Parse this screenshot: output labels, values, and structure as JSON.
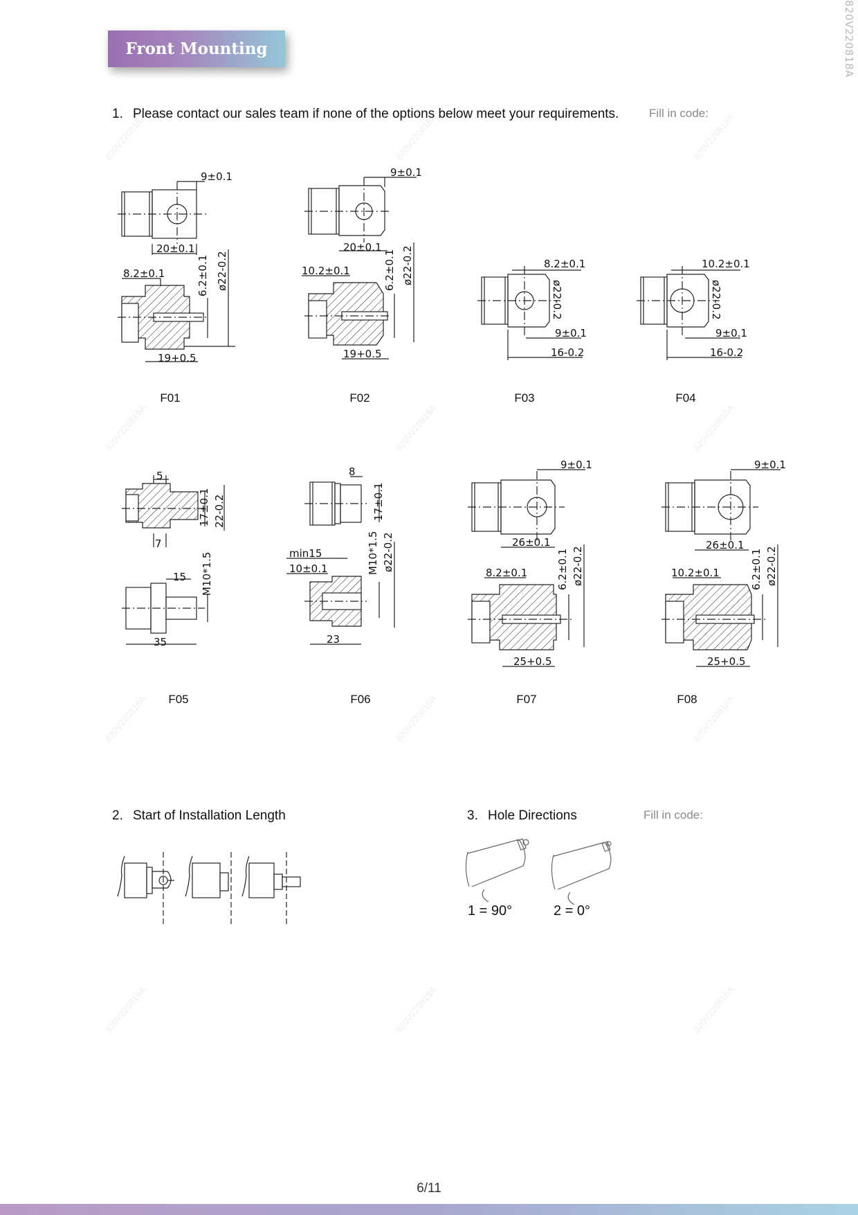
{
  "banner": {
    "title": "Front Mounting End"
  },
  "doc_code": "820V220818A",
  "section1": {
    "number": "1.",
    "text": "Please contact our sales team if none of the options below meet your requirements.",
    "fill_label": "Fill in code:",
    "options": [
      "F01",
      "F02",
      "F03",
      "F04",
      "F05",
      "F06",
      "F07",
      "F08"
    ]
  },
  "dims": {
    "f01": {
      "a": "9±0.1",
      "b": "20±0.1",
      "c": "8.2±0.1",
      "d": "6.2±0.1",
      "e": "ø22-0.2",
      "f": "19+0.5"
    },
    "f02": {
      "a": "9±0.1",
      "b": "20±0.1",
      "c": "10.2±0.1",
      "d": "6.2±0.1",
      "e": "ø22-0.2",
      "f": "19+0.5"
    },
    "f03": {
      "a": "8.2±0.1",
      "b": "ø22-0.2",
      "c": "9±0.1",
      "d": "16-0.2"
    },
    "f04": {
      "a": "10.2±0.1",
      "b": "ø22-0.2",
      "c": "9±0.1",
      "d": "16-0.2"
    },
    "f05": {
      "a": "5",
      "b": "17±0.1",
      "c": "22-0.2",
      "d": "7",
      "e": "15",
      "f": "M10*1.5",
      "g": "35"
    },
    "f06": {
      "a": "8",
      "b": "17±0.1",
      "c": "M10*1.5",
      "d": "ø22-0.2",
      "e": "min15",
      "f": "10±0.1",
      "g": "23"
    },
    "f07": {
      "a": "9±0.1",
      "b": "26±0.1",
      "c": "8.2±0.1",
      "d": "6.2±0.1",
      "e": "ø22-0.2",
      "f": "25+0.5"
    },
    "f08": {
      "a": "9±0.1",
      "b": "26±0.1",
      "c": "10.2±0.1",
      "d": "6.2±0.1",
      "e": "ø22-0.2",
      "f": "25+0.5"
    }
  },
  "section2": {
    "number": "2.",
    "title": "Start of Installation Length"
  },
  "section3": {
    "number": "3.",
    "title": "Hole Directions",
    "fill_label": "Fill in code:",
    "options": [
      "1 = 90°",
      "2 = 0°"
    ]
  },
  "page_number": "6/11"
}
